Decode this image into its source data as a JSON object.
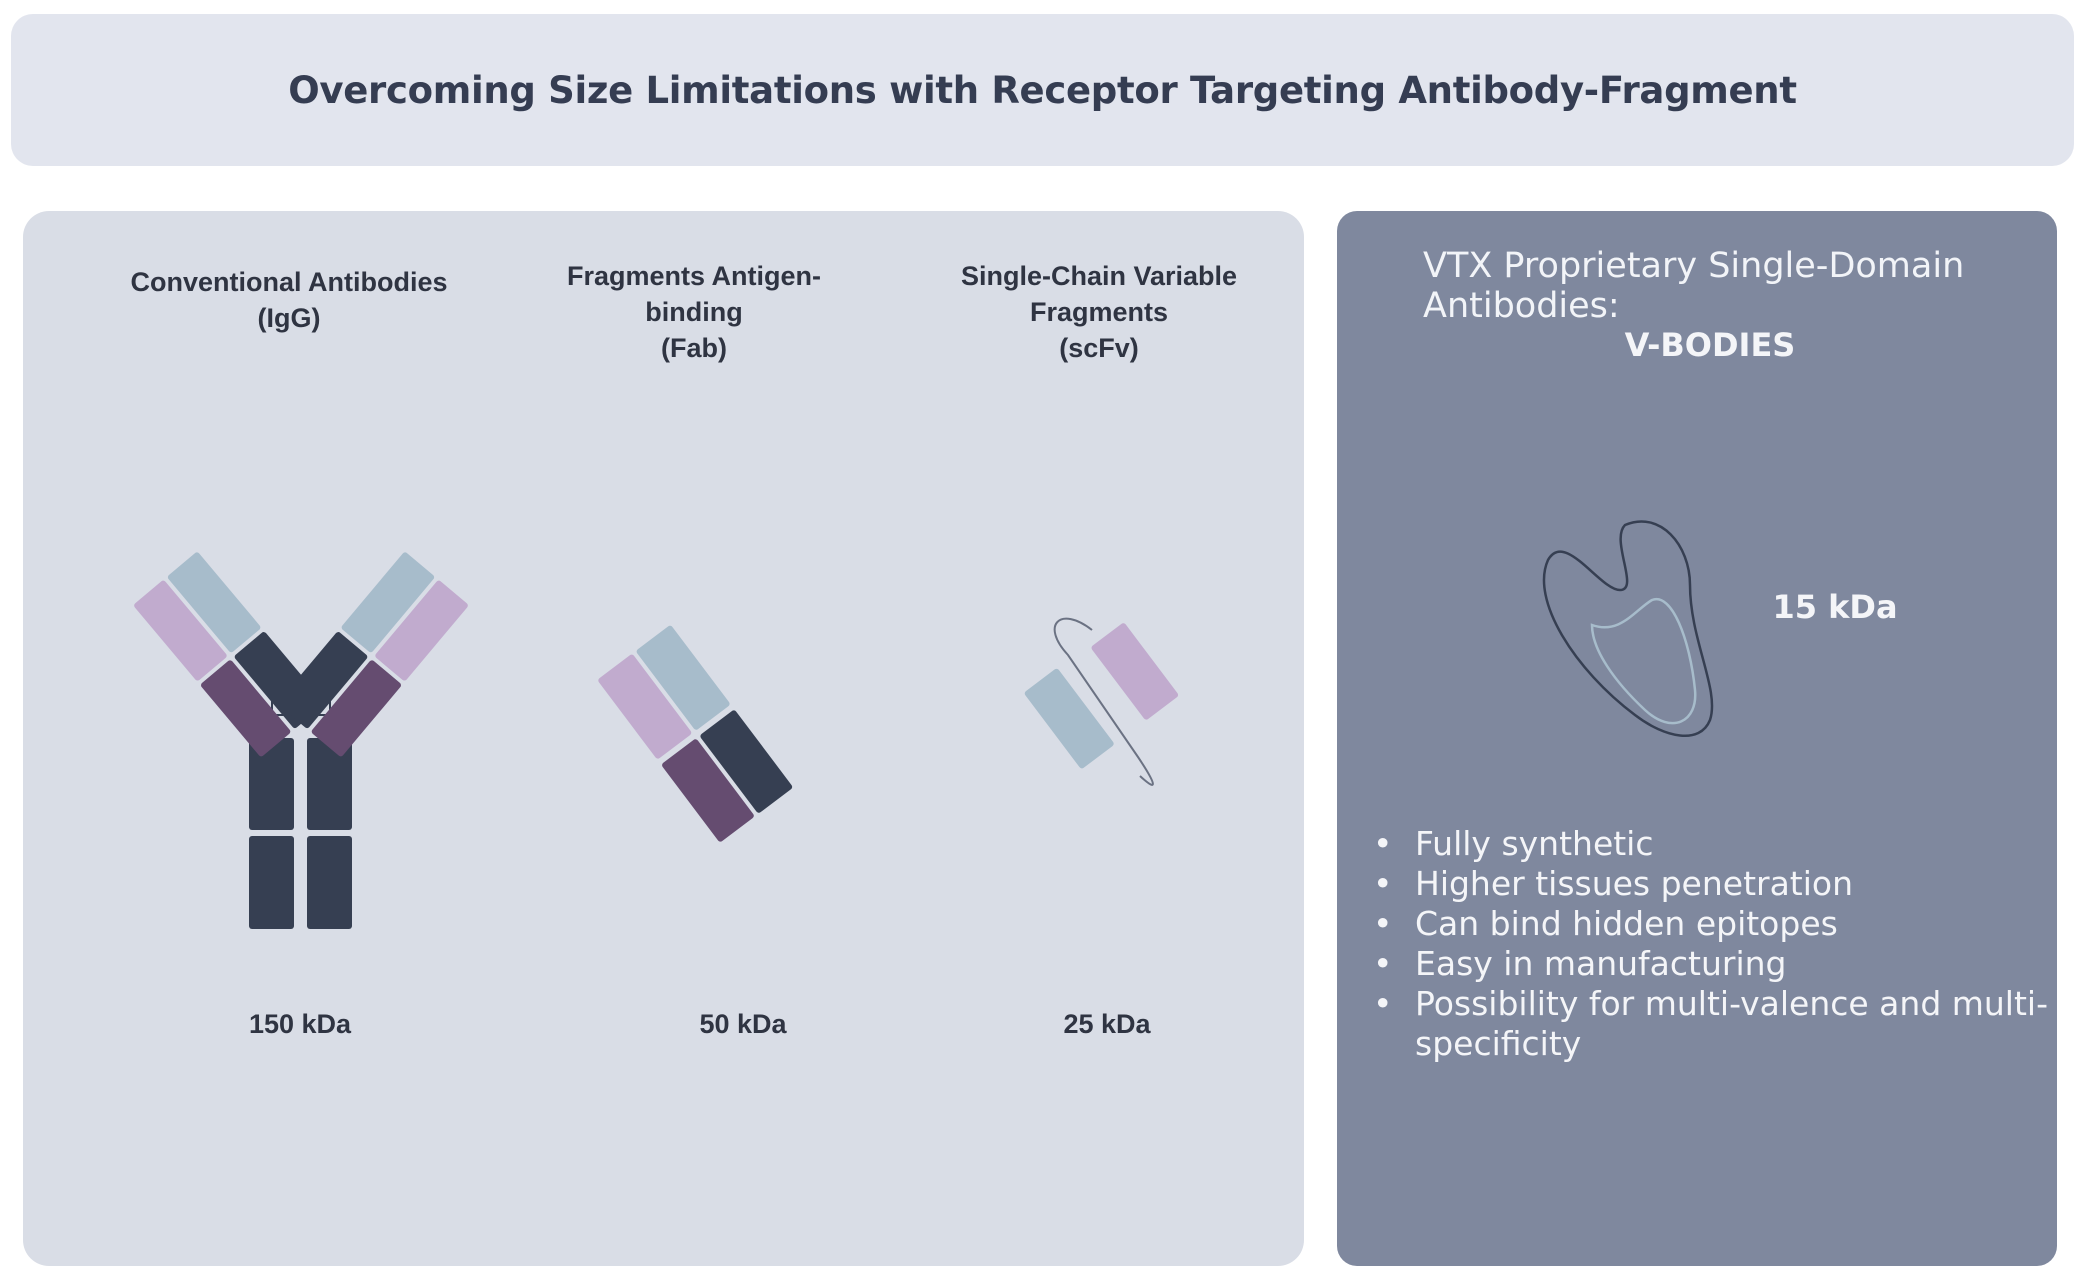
{
  "title": "Overcoming Size Limitations with Receptor Targeting Antibody-Fragment",
  "columns": [
    {
      "label_lines": [
        "Conventional Antibodies",
        "(IgG)"
      ],
      "kda": "150 kDa"
    },
    {
      "label_lines": [
        "Fragments Antigen-binding",
        "(Fab)"
      ],
      "kda": "50 kDa"
    },
    {
      "label_lines": [
        "Single-Chain Variable",
        "Fragments",
        "(scFv)"
      ],
      "kda": "25 kDa"
    }
  ],
  "vtx": {
    "heading_lines": [
      "VTX Proprietary Single-Domain",
      "Antibodies:"
    ],
    "name": "V-BODIES",
    "kda": "15 kDa",
    "features": [
      "Fully synthetic",
      "Higher tissues penetration",
      "Can bind hidden epitopes",
      "Easy in manufacturing",
      "Possibility for multi-valence and multi-specificity"
    ]
  },
  "colors": {
    "dark_domain": "#363f52",
    "light_blue_domain": "#a7bccb",
    "light_purple_domain": "#c1abce",
    "dark_purple_domain": "#654c70",
    "left_panel": "#d9dde6",
    "right_panel": "#7f889e",
    "title_bar": "#e2e5ee"
  }
}
